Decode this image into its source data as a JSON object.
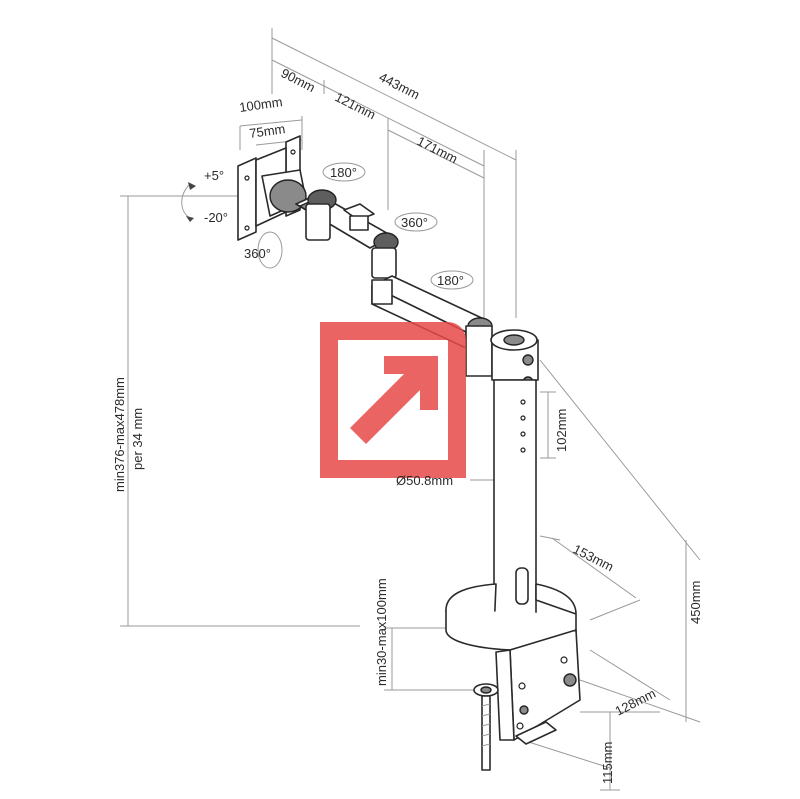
{
  "dimensions": {
    "d_90": "90mm",
    "d_443": "443mm",
    "d_100": "100mm",
    "d_121": "121mm",
    "d_75": "75mm",
    "d_171": "171mm",
    "tilt_up": "+5°",
    "tilt_down": "-20°",
    "rot_180_a": "180°",
    "rot_360_a": "360°",
    "rot_360_b": "360°",
    "rot_180_b": "180°",
    "d_102": "102mm",
    "diameter": "Ø50.8mm",
    "height_range": "min376-max478mm",
    "height_step": "per 34 mm",
    "d_153": "153mm",
    "clamp_range": "min30-max100mm",
    "d_450": "450mm",
    "d_128": "128mm",
    "d_115": "115mm"
  },
  "colors": {
    "logo": "#e84a4a",
    "line": "#2a2a2a",
    "dimension_line": "#9a9a9a"
  }
}
